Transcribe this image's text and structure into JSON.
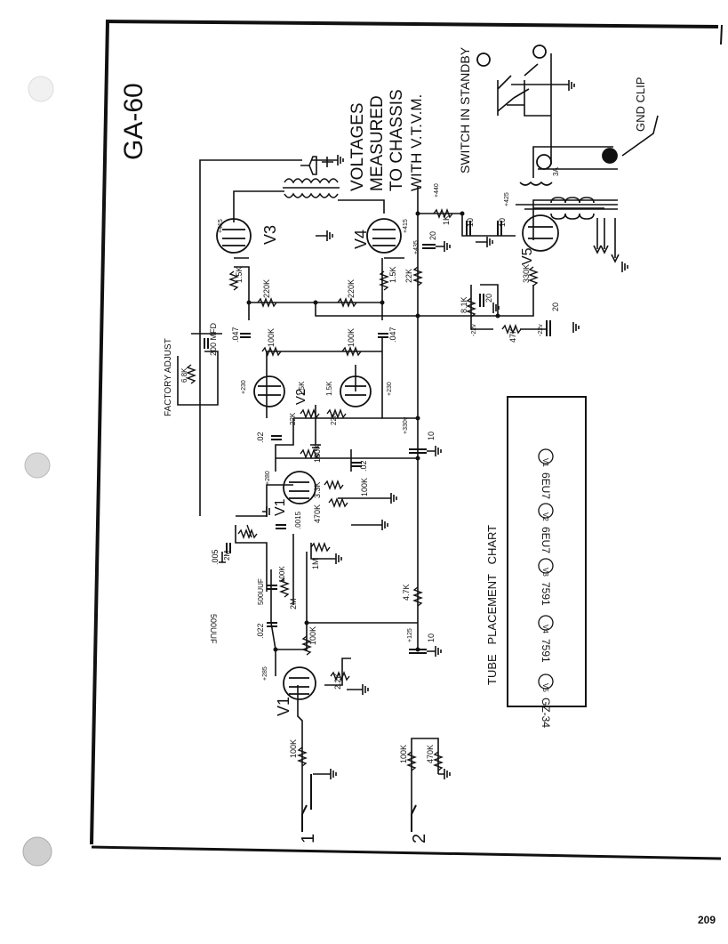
{
  "title": "GA-60",
  "voltages_note": [
    "VOLTAGES",
    "MEASURED",
    "TO CHASSIS",
    "WITH  V.T.V.M."
  ],
  "switch_note": "SWITCH IN STANDBY",
  "gnd_clip": "GND CLIP",
  "factory_adjust": "FACTORY ADJUST",
  "page_number": "209",
  "tubes": {
    "v1a": "V1",
    "v1b": "V1",
    "v2": "V2",
    "v3": "V3",
    "v4": "V4",
    "v5": "V5"
  },
  "inputs": {
    "in1": "1",
    "in2": "2"
  },
  "components": {
    "r100k_in1": "100K",
    "r100k_in2": "100K",
    "r470k_in2": "470K",
    "r2_2k": "2.2K",
    "r100k_plate": "100K",
    "c022": ".022",
    "r4_7k": "4.7K",
    "c10_a": "10",
    "c500uuf_1": "500UUF",
    "c500uuf_2": "500UUF",
    "r2m": "2M",
    "r100k_tone": "100K",
    "r1m": "1M",
    "c005": ".005",
    "r2m_b": "2M",
    "r470k_v1b": "470K",
    "c0015": ".0015",
    "r3_3k": "3.3K",
    "r100k_v1b": "100K",
    "c02_a": ".02",
    "c02_b": ".02",
    "r100k_pi": "100K",
    "c10_b": "10",
    "r22k_a": "22K",
    "r22k_b": "22K",
    "r1_5k_a": "1.5K",
    "r1_5k_b": "1.5K",
    "r100k_g1": "100K",
    "r100k_g2": "100K",
    "c047_a": ".047",
    "c047_b": ".047",
    "r220k_a": "220K",
    "r220k_b": "220K",
    "r1_5k_g3": "1.5K",
    "r1_5k_g4": "1.5K",
    "r6_8k": "6.8K",
    "c200mfd": "200 MFD",
    "r22k_c": "22K",
    "c20_a": "20",
    "r1k": "1K",
    "c10_c": "10",
    "c10_d": "10",
    "r8_1k": "8.1K",
    "c20_b": "20",
    "r47k": "47K",
    "r330k": "330K",
    "c20_c": "20",
    "f3a": "3A"
  },
  "voltages": {
    "v_plate1": "+285",
    "v_node125": "+125",
    "v_plate2": "+280",
    "v_330": "+330v",
    "v_pi1": "+230",
    "v_pi2": "+230",
    "v_v3": "+415",
    "v_v4": "+415",
    "v_neg1": "-22v",
    "v_neg2": "-22v",
    "v_b1": "+440",
    "v_b2": "+435",
    "v_b3": "+425"
  },
  "tube_chart": {
    "title": "TUBE   PLACEMENT   CHART",
    "rows": [
      {
        "tube": "V5",
        "type": "GZ-34"
      },
      {
        "tube": "V4",
        "type": "7591"
      },
      {
        "tube": "V3",
        "type": "7591"
      },
      {
        "tube": "V2",
        "type": "6EU7"
      },
      {
        "tube": "V1",
        "type": "6EU7"
      }
    ]
  }
}
